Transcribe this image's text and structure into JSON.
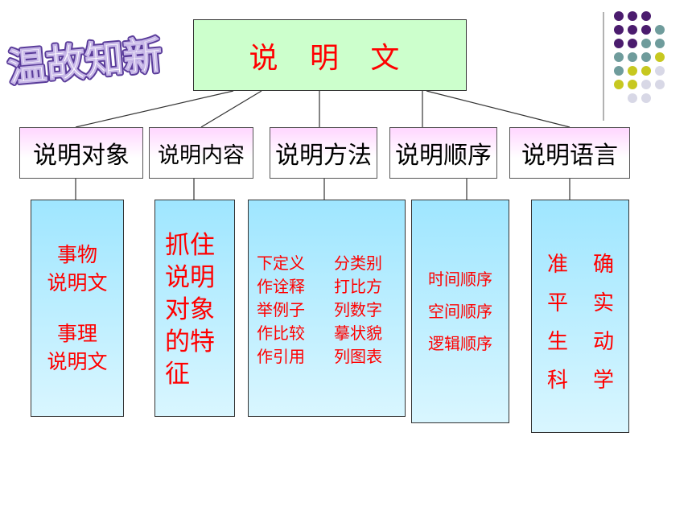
{
  "heading": "温故知新",
  "root": "说 明 文",
  "categories": [
    "说明对象",
    "说明内容",
    "说明方法",
    "说明顺序",
    "说明语言"
  ],
  "object_types": [
    "事物",
    "说明文",
    "事理",
    "说明文"
  ],
  "content_chars": [
    "抓住",
    "说明",
    "对象",
    "的特",
    "征"
  ],
  "methods_left": [
    "下定义",
    "作诠释",
    "举例子",
    "作比较",
    "作引用"
  ],
  "methods_right": [
    "分类别",
    "打比方",
    "列数字",
    "摹状貌",
    "列图表"
  ],
  "orders": [
    "时间顺序",
    "空间顺序",
    "逻辑顺序"
  ],
  "language_left": [
    "准",
    "平",
    "生",
    "科"
  ],
  "language_right": [
    "确",
    "实",
    "动",
    "学"
  ],
  "colors": {
    "accent_red": "#ff0000",
    "root_fill": "#ccffcc",
    "box_fill": "#bff0ff",
    "dot_purple": "#4b1c6e",
    "dot_teal": "#6f9c9c",
    "dot_yellow": "#c7c820",
    "dot_light": "#d8d8e6"
  }
}
